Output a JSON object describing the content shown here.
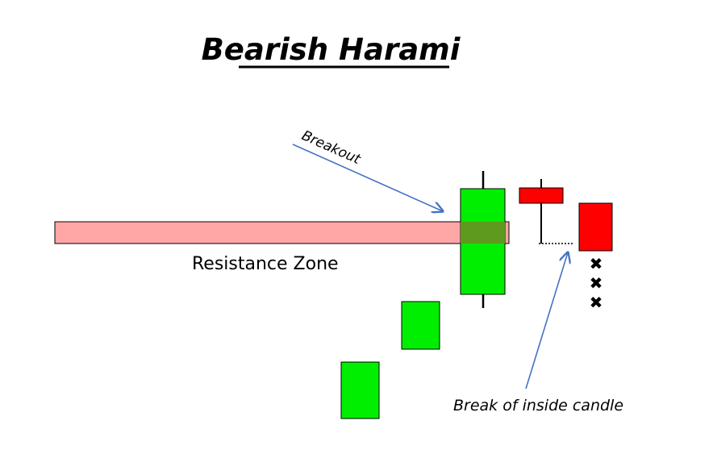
{
  "title": "Bearish Harami",
  "zone": {
    "label": "Resistance Zone",
    "fill_color": "#ffa6a6",
    "overlap_color": "#5d9a1e"
  },
  "annotations": {
    "breakout": "Breakout",
    "break_inside": "Break of inside candle",
    "arrow_color": "#4472c4"
  },
  "colors": {
    "bullish": "#00ee00",
    "bearish": "#ff0000"
  },
  "candles": [
    {
      "type": "bullish"
    },
    {
      "type": "bullish"
    },
    {
      "type": "bullish",
      "role": "engulfing-mother"
    },
    {
      "type": "bearish",
      "role": "inside"
    },
    {
      "type": "bearish",
      "role": "breakdown"
    }
  ],
  "marks": {
    "cross": "✖",
    "count": 3
  }
}
